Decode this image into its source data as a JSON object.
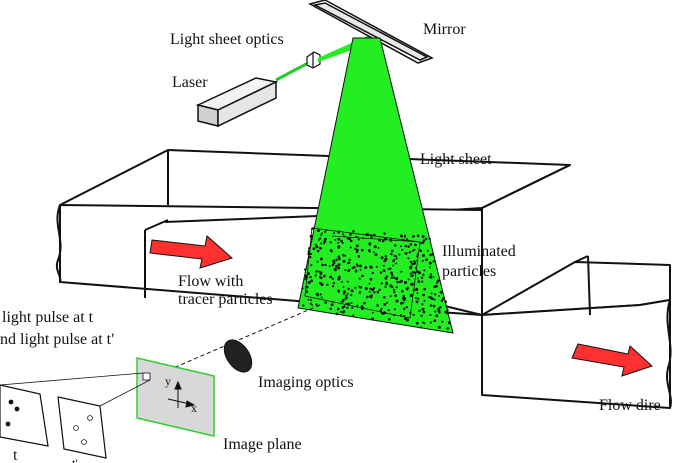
{
  "labels": {
    "mirror": "Mirror",
    "light_sheet_optics": "Light sheet optics",
    "laser": "Laser",
    "light_sheet": "Light sheet",
    "illuminated_particles_1": "Illuminated",
    "illuminated_particles_2": "particles",
    "flow_with": "Flow with",
    "tracer_particles": "tracer particles",
    "pulse_t": "light pulse at t",
    "pulse_t_prime": "nd light pulse at t′",
    "imaging_optics": "Imaging optics",
    "flow_direction": "Flow dire",
    "image_plane": "Image plane",
    "axis_y": "y",
    "axis_x": "x",
    "frame_t": "t",
    "frame_t_prime": "t′"
  },
  "colors": {
    "sheet_green": "#22ee22",
    "beam_green": "#22cc22",
    "arrow_red": "#ff3030",
    "image_plane_fill": "#d8d8d8",
    "image_plane_border": "#33cc33",
    "lens": "#222222",
    "laser_body": "#e6e6e6"
  }
}
